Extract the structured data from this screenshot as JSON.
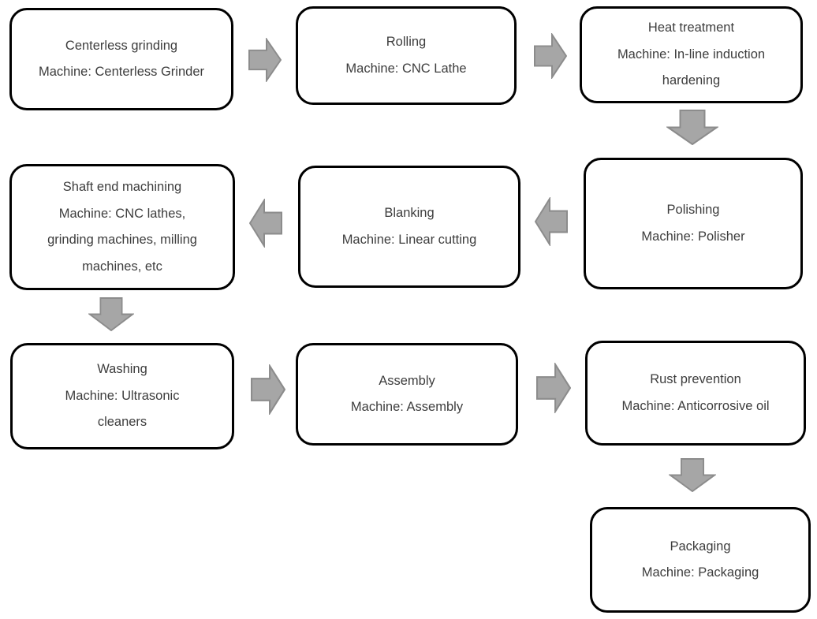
{
  "colors": {
    "canvas-bg": "#ffffff",
    "node-bg": "#ffffff",
    "node-border": "#000000",
    "text-color": "#3d3d3d",
    "arrow-fill": "#a6a6a6",
    "arrow-stroke": "#8c8c8c"
  },
  "nodes": [
    {
      "id": "centerless-grinding",
      "lines": [
        "Centerless grinding",
        "Machine: Centerless Grinder"
      ]
    },
    {
      "id": "rolling",
      "lines": [
        "Rolling",
        "Machine: CNC Lathe"
      ]
    },
    {
      "id": "heat-treatment",
      "lines": [
        "Heat treatment",
        "Machine: In-line induction",
        "hardening"
      ]
    },
    {
      "id": "polishing",
      "lines": [
        "Polishing",
        "Machine: Polisher"
      ]
    },
    {
      "id": "blanking",
      "lines": [
        "Blanking",
        "Machine: Linear cutting"
      ]
    },
    {
      "id": "shaft-end-machining",
      "lines": [
        "Shaft end machining",
        "Machine: CNC lathes,",
        "grinding machines, milling",
        "machines, etc"
      ]
    },
    {
      "id": "washing",
      "lines": [
        "Washing",
        "Machine: Ultrasonic",
        "cleaners"
      ]
    },
    {
      "id": "assembly",
      "lines": [
        "Assembly",
        "Machine: Assembly"
      ]
    },
    {
      "id": "rust-prevention",
      "lines": [
        "Rust prevention",
        "Machine: Anticorrosive oil"
      ]
    },
    {
      "id": "packaging",
      "lines": [
        "Packaging",
        "Machine: Packaging"
      ]
    }
  ],
  "arrows": [
    {
      "from": "centerless-grinding",
      "to": "rolling",
      "direction": "right"
    },
    {
      "from": "rolling",
      "to": "heat-treatment",
      "direction": "right"
    },
    {
      "from": "heat-treatment",
      "to": "polishing",
      "direction": "down"
    },
    {
      "from": "polishing",
      "to": "blanking",
      "direction": "left"
    },
    {
      "from": "blanking",
      "to": "shaft-end-machining",
      "direction": "left"
    },
    {
      "from": "shaft-end-machining",
      "to": "washing",
      "direction": "down"
    },
    {
      "from": "washing",
      "to": "assembly",
      "direction": "right"
    },
    {
      "from": "assembly",
      "to": "rust-prevention",
      "direction": "right"
    },
    {
      "from": "rust-prevention",
      "to": "packaging",
      "direction": "down"
    }
  ]
}
